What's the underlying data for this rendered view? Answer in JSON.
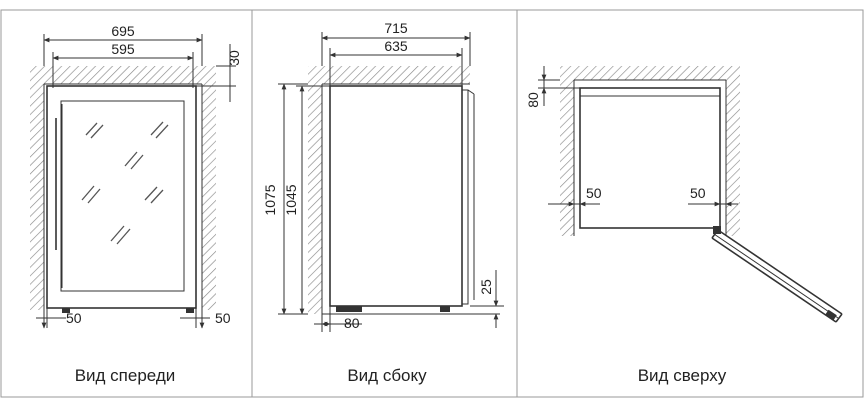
{
  "panels": [
    {
      "caption": "Вид спереди",
      "dims": {
        "outer_width": "695",
        "inner_width": "595",
        "top_gap": "30",
        "left_gap": "50",
        "right_gap": "50"
      }
    },
    {
      "caption": "Вид сбоку",
      "dims": {
        "outer_depth": "715",
        "inner_depth": "635",
        "outer_height": "1075",
        "inner_height": "1045",
        "back_gap": "80",
        "bottom_gap": "25"
      }
    },
    {
      "caption": "Вид сверху",
      "dims": {
        "top_gap": "80",
        "left_gap": "50",
        "right_gap": "50"
      }
    }
  ],
  "colors": {
    "line": "#333333",
    "frame": "#9a9a9a",
    "hatch": "#8a8a8a"
  }
}
